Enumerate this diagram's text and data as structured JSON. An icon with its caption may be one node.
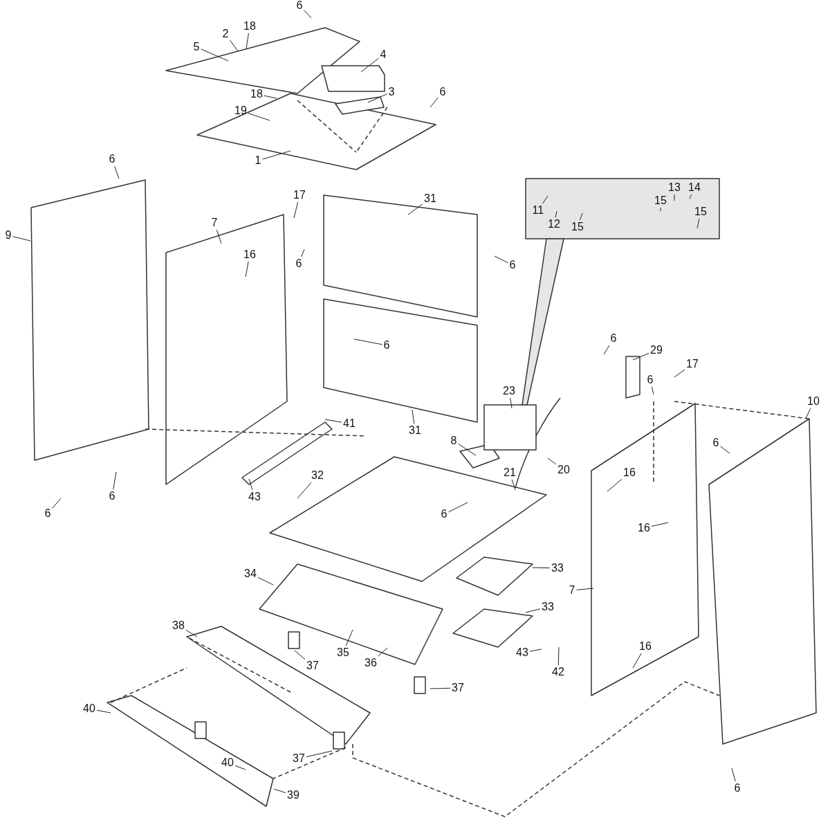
{
  "diagram": {
    "nodes": [
      {
        "text": [
          "6"
        ]
      },
      {
        "text": [
          "2"
        ]
      },
      {
        "text": [
          "18"
        ]
      },
      {
        "text": [
          "5"
        ]
      },
      {
        "text": [
          "4"
        ]
      },
      {
        "text": [
          "18"
        ]
      },
      {
        "text": [
          "3"
        ]
      },
      {
        "text": [
          "6"
        ]
      },
      {
        "text": [
          "19"
        ]
      },
      {
        "text": [
          "1"
        ]
      },
      {
        "text": [
          "6"
        ]
      },
      {
        "text": [
          "9"
        ]
      },
      {
        "text": [
          "17"
        ]
      },
      {
        "text": [
          "7"
        ]
      },
      {
        "text": [
          "16"
        ]
      },
      {
        "text": [
          "6"
        ]
      },
      {
        "text": [
          "31"
        ]
      },
      {
        "text": [
          "6"
        ]
      },
      {
        "text": [
          "6"
        ]
      },
      {
        "text": [
          "31"
        ]
      },
      {
        "text": [
          "11"
        ]
      },
      {
        "text": [
          "12"
        ]
      },
      {
        "text": [
          "15"
        ]
      },
      {
        "text": [
          "13"
        ]
      },
      {
        "text": [
          "14"
        ]
      },
      {
        "text": [
          "15"
        ]
      },
      {
        "text": [
          "15"
        ]
      },
      {
        "text": [
          "23"
        ]
      },
      {
        "text": [
          "29"
        ]
      },
      {
        "text": [
          "6"
        ]
      },
      {
        "text": [
          "6"
        ]
      },
      {
        "text": [
          "17"
        ]
      },
      {
        "text": [
          "10"
        ]
      },
      {
        "text": [
          "6"
        ]
      },
      {
        "text": [
          "41"
        ]
      },
      {
        "text": [
          "43"
        ]
      },
      {
        "text": [
          "6"
        ]
      },
      {
        "text": [
          "6"
        ]
      },
      {
        "text": [
          "8"
        ]
      },
      {
        "text": [
          "20"
        ]
      },
      {
        "text": [
          "21"
        ]
      },
      {
        "text": [
          "6"
        ]
      },
      {
        "text": [
          "32"
        ]
      },
      {
        "text": [
          "16"
        ]
      },
      {
        "text": [
          "16"
        ]
      },
      {
        "text": [
          "33"
        ]
      },
      {
        "text": [
          "34"
        ]
      },
      {
        "text": [
          "7"
        ]
      },
      {
        "text": [
          "33"
        ]
      },
      {
        "text": [
          "38"
        ]
      },
      {
        "text": [
          "35"
        ]
      },
      {
        "text": [
          "36"
        ]
      },
      {
        "text": [
          "37"
        ]
      },
      {
        "text": [
          "43"
        ]
      },
      {
        "text": [
          "42"
        ]
      },
      {
        "text": [
          "16"
        ]
      },
      {
        "text": [
          "37"
        ]
      },
      {
        "text": [
          "40"
        ]
      },
      {
        "text": [
          "37"
        ]
      },
      {
        "text": [
          "40"
        ]
      },
      {
        "text": [
          "39"
        ]
      },
      {
        "text": [
          "6"
        ]
      }
    ],
    "edges": [
      {
        "from": 0,
        "to": null,
        "arrow": "none"
      },
      {
        "from": 1,
        "to": null,
        "arrow": "none"
      },
      {
        "from": 2,
        "to": null,
        "arrow": "none"
      },
      {
        "from": 3,
        "to": null,
        "arrow": "none"
      },
      {
        "from": 4,
        "to": null,
        "arrow": "none"
      },
      {
        "from": 5,
        "to": null,
        "arrow": "none"
      },
      {
        "from": 6,
        "to": null,
        "arrow": "none"
      },
      {
        "from": 7,
        "to": null,
        "arrow": "none"
      },
      {
        "from": 8,
        "to": null,
        "arrow": "none"
      },
      {
        "from": 9,
        "to": null,
        "arrow": "none"
      },
      {
        "from": 10,
        "to": null,
        "arrow": "none"
      },
      {
        "from": 11,
        "to": null,
        "arrow": "none"
      },
      {
        "from": 12,
        "to": null,
        "arrow": "none"
      },
      {
        "from": 13,
        "to": null,
        "arrow": "none"
      },
      {
        "from": 14,
        "to": null,
        "arrow": "none"
      },
      {
        "from": 15,
        "to": null,
        "arrow": "none"
      },
      {
        "from": 16,
        "to": null,
        "arrow": "none"
      },
      {
        "from": 17,
        "to": null,
        "arrow": "none"
      },
      {
        "from": 18,
        "to": null,
        "arrow": "none"
      },
      {
        "from": 19,
        "to": null,
        "arrow": "none"
      },
      {
        "from": 20,
        "to": null,
        "arrow": "none"
      },
      {
        "from": 21,
        "to": null,
        "arrow": "none"
      },
      {
        "from": 22,
        "to": null,
        "arrow": "none"
      },
      {
        "from": 23,
        "to": null,
        "arrow": "none"
      },
      {
        "from": 24,
        "to": null,
        "arrow": "none"
      },
      {
        "from": 25,
        "to": null,
        "arrow": "none"
      },
      {
        "from": 26,
        "to": null,
        "arrow": "none"
      },
      {
        "from": 27,
        "to": null,
        "arrow": "none"
      },
      {
        "from": 28,
        "to": null,
        "arrow": "none"
      },
      {
        "from": 29,
        "to": null,
        "arrow": "none"
      },
      {
        "from": 30,
        "to": null,
        "arrow": "none"
      },
      {
        "from": 31,
        "to": null,
        "arrow": "none"
      },
      {
        "from": 32,
        "to": null,
        "arrow": "none"
      },
      {
        "from": 33,
        "to": null,
        "arrow": "none"
      },
      {
        "from": 34,
        "to": null,
        "arrow": "none"
      },
      {
        "from": 35,
        "to": null,
        "arrow": "none"
      },
      {
        "from": 36,
        "to": null,
        "arrow": "none"
      },
      {
        "from": 37,
        "to": null,
        "arrow": "none"
      },
      {
        "from": 38,
        "to": null,
        "arrow": "none"
      },
      {
        "from": 39,
        "to": null,
        "arrow": "none"
      },
      {
        "from": 40,
        "to": null,
        "arrow": "none"
      },
      {
        "from": 41,
        "to": null,
        "arrow": "none"
      },
      {
        "from": 42,
        "to": null,
        "arrow": "none"
      },
      {
        "from": 43,
        "to": null,
        "arrow": "none"
      },
      {
        "from": 44,
        "to": null,
        "arrow": "none"
      },
      {
        "from": 45,
        "to": null,
        "arrow": "none"
      },
      {
        "from": 46,
        "to": null,
        "arrow": "none"
      },
      {
        "from": 47,
        "to": null,
        "arrow": "none"
      },
      {
        "from": 48,
        "to": null,
        "arrow": "none"
      },
      {
        "from": 49,
        "to": null,
        "arrow": "none"
      },
      {
        "from": 50,
        "to": null,
        "arrow": "none"
      },
      {
        "from": 51,
        "to": null,
        "arrow": "none"
      },
      {
        "from": 52,
        "to": null,
        "arrow": "none"
      },
      {
        "from": 53,
        "to": null,
        "arrow": "none"
      },
      {
        "from": 54,
        "to": null,
        "arrow": "none"
      },
      {
        "from": 55,
        "to": null,
        "arrow": "none"
      },
      {
        "from": 56,
        "to": null,
        "arrow": "none"
      },
      {
        "from": 57,
        "to": null,
        "arrow": "none"
      },
      {
        "from": 58,
        "to": null,
        "arrow": "none"
      },
      {
        "from": 59,
        "to": null,
        "arrow": "none"
      },
      {
        "from": 60,
        "to": null,
        "arrow": "none"
      },
      {
        "from": 61,
        "to": null,
        "arrow": "none"
      }
    ]
  }
}
